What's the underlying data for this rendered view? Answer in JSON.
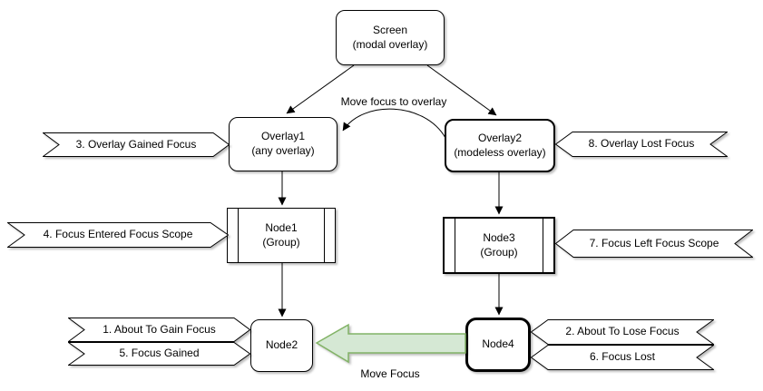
{
  "diagram": {
    "nodes": {
      "screen": {
        "label": "Screen\n(modal overlay)"
      },
      "overlay1": {
        "label": "Overlay1\n(any overlay)"
      },
      "overlay2": {
        "label": "Overlay2\n(modeless overlay)"
      },
      "node1": {
        "label": "Node1\n(Group)"
      },
      "node3": {
        "label": "Node3\n(Group)"
      },
      "node2": {
        "label": "Node2"
      },
      "node4": {
        "label": "Node4"
      }
    },
    "banners": {
      "overlay_gained_focus": {
        "label": "3. Overlay Gained Focus"
      },
      "overlay_lost_focus": {
        "label": "8. Overlay Lost Focus"
      },
      "focus_entered_focus_scope": {
        "label": "4. Focus Entered Focus Scope"
      },
      "focus_left_focus_scope": {
        "label": "7. Focus Left Focus Scope"
      },
      "about_to_gain_focus": {
        "label": "1. About To Gain Focus"
      },
      "focus_gained": {
        "label": "5. Focus Gained"
      },
      "about_to_lose_focus": {
        "label": "2. About To Lose Focus"
      },
      "focus_lost": {
        "label": "6. Focus Lost"
      }
    },
    "edge_labels": {
      "move_focus_to_overlay": "Move focus to overlay",
      "move_focus": "Move Focus"
    },
    "colors": {
      "shape_fill": "#ffffff",
      "shape_stroke": "#000000",
      "move_focus_arrow_fill": "#d5e8d4",
      "move_focus_arrow_stroke": "#82b366"
    }
  }
}
